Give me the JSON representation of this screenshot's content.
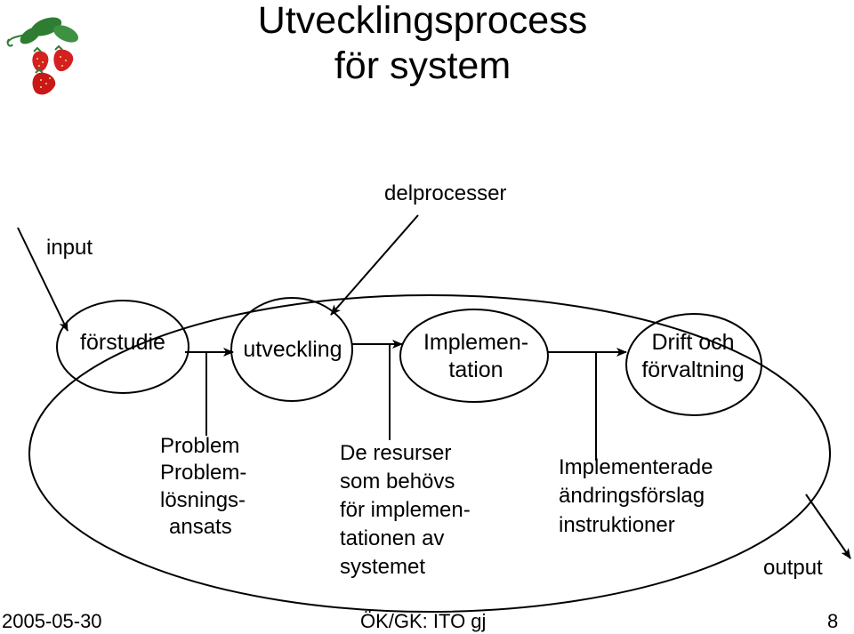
{
  "title": {
    "line1": "Utvecklingsprocess",
    "line2": "för system"
  },
  "labels": {
    "delprocesser": "delprocesser",
    "input": "input",
    "output": "output"
  },
  "nodes": [
    {
      "id": "forstudie",
      "lines": [
        "förstudie"
      ]
    },
    {
      "id": "utveckling",
      "lines": [
        "utveckling"
      ]
    },
    {
      "id": "implementation",
      "lines": [
        "Implemen-",
        "tation"
      ]
    },
    {
      "id": "drift",
      "lines": [
        "Drift och",
        "förvaltning"
      ]
    }
  ],
  "descriptions": [
    {
      "lines": [
        "Problem",
        "Problem-",
        "lösnings-",
        "ansats"
      ]
    },
    {
      "lines": [
        "De resurser",
        "som behövs",
        "för implemen-",
        "tationen av",
        "systemet"
      ]
    },
    {
      "lines": [
        "Implementerade",
        "ändringsförslag",
        "instruktioner"
      ]
    }
  ],
  "footer": {
    "date": "2005-05-30",
    "center": "ÖK/GK: ITO gj",
    "page": "8"
  },
  "colors": {
    "stroke": "#000000",
    "berry": "#d42020",
    "leaf": "#2e7d32"
  },
  "logo": {
    "icon": "strawberry-icon"
  }
}
